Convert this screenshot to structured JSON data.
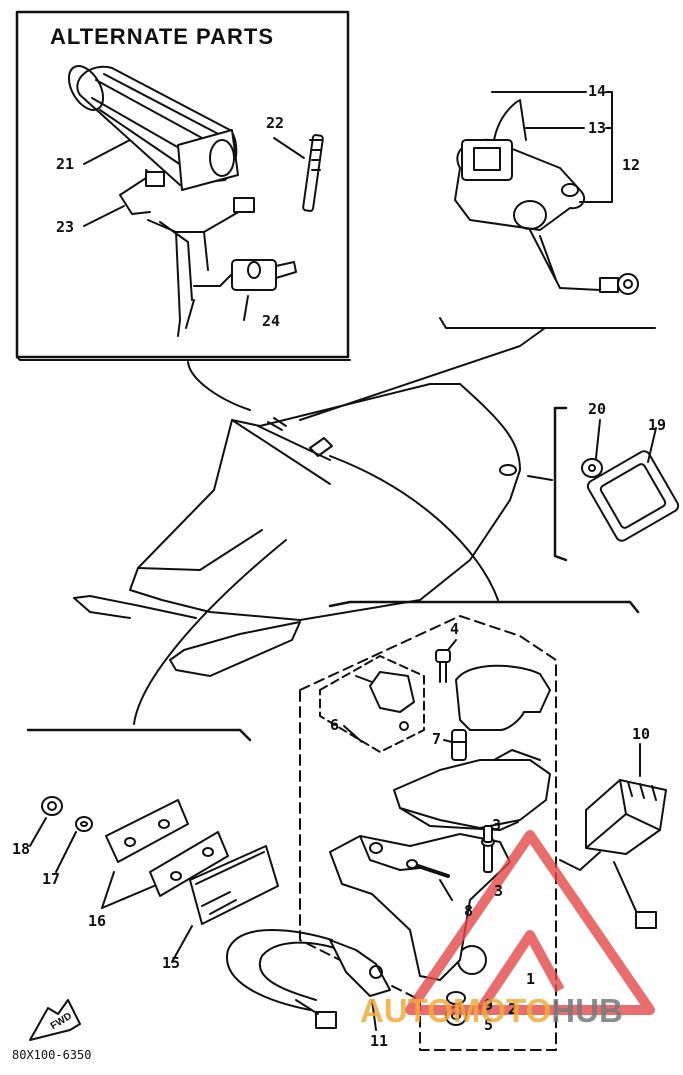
{
  "title": "ALTERNATE PARTS",
  "drawing_code": "80X100-6350",
  "fwd_label": "FWD",
  "watermark": {
    "part_a": "AUTOMOTO",
    "part_b": "HUB",
    "color_a": "#f0aa3c",
    "color_b": "#787878",
    "triangle_color": "#e24a4a"
  },
  "callouts": {
    "c1": "1",
    "c2": "2",
    "c3a": "3",
    "c3b": "3",
    "c4": "4",
    "c5": "5",
    "c6": "6",
    "c7": "7",
    "c8": "8",
    "c9": "9",
    "c10": "10",
    "c11": "11",
    "c12": "12",
    "c13": "13",
    "c14": "14",
    "c15": "15",
    "c16": "16",
    "c17": "17",
    "c18": "18",
    "c19": "19",
    "c20": "20",
    "c21": "21",
    "c22": "22",
    "c23": "23",
    "c24": "24"
  }
}
